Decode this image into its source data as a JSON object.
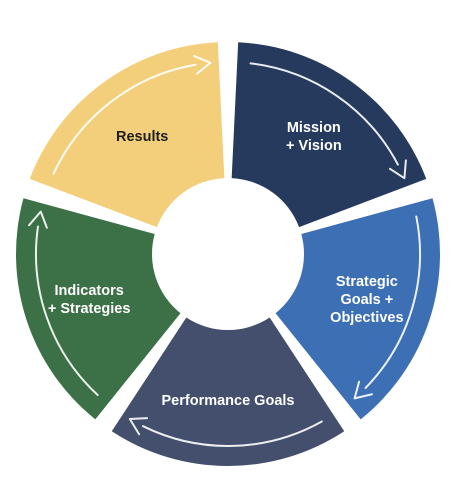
{
  "segments": [
    {
      "lines": [
        "Mission",
        "+ Vision"
      ],
      "color": "#263a5e",
      "text_color": "#ffffff",
      "start_deg": 0,
      "end_deg": 72
    },
    {
      "lines": [
        "Strategic",
        "Goals +",
        "Objectives"
      ],
      "color": "#3d6fb5",
      "text_color": "#ffffff",
      "start_deg": 72,
      "end_deg": 144
    },
    {
      "lines": [
        "Performance Goals"
      ],
      "color": "#434f6c",
      "text_color": "#ffffff",
      "start_deg": 144,
      "end_deg": 216
    },
    {
      "lines": [
        "Indicators",
        "+ Strategies"
      ],
      "color": "#3c7046",
      "text_color": "#ffffff",
      "start_deg": 216,
      "end_deg": 288
    },
    {
      "lines": [
        "Results"
      ],
      "color": "#f3cf7c",
      "text_color": "#1e1e1e",
      "start_deg": 288,
      "end_deg": 360
    }
  ],
  "colors": {
    "arrow_stroke": "#ffffff",
    "background": "#ffffff"
  },
  "icons": {
    "segment_arrow": "circular-arrow-icon"
  }
}
